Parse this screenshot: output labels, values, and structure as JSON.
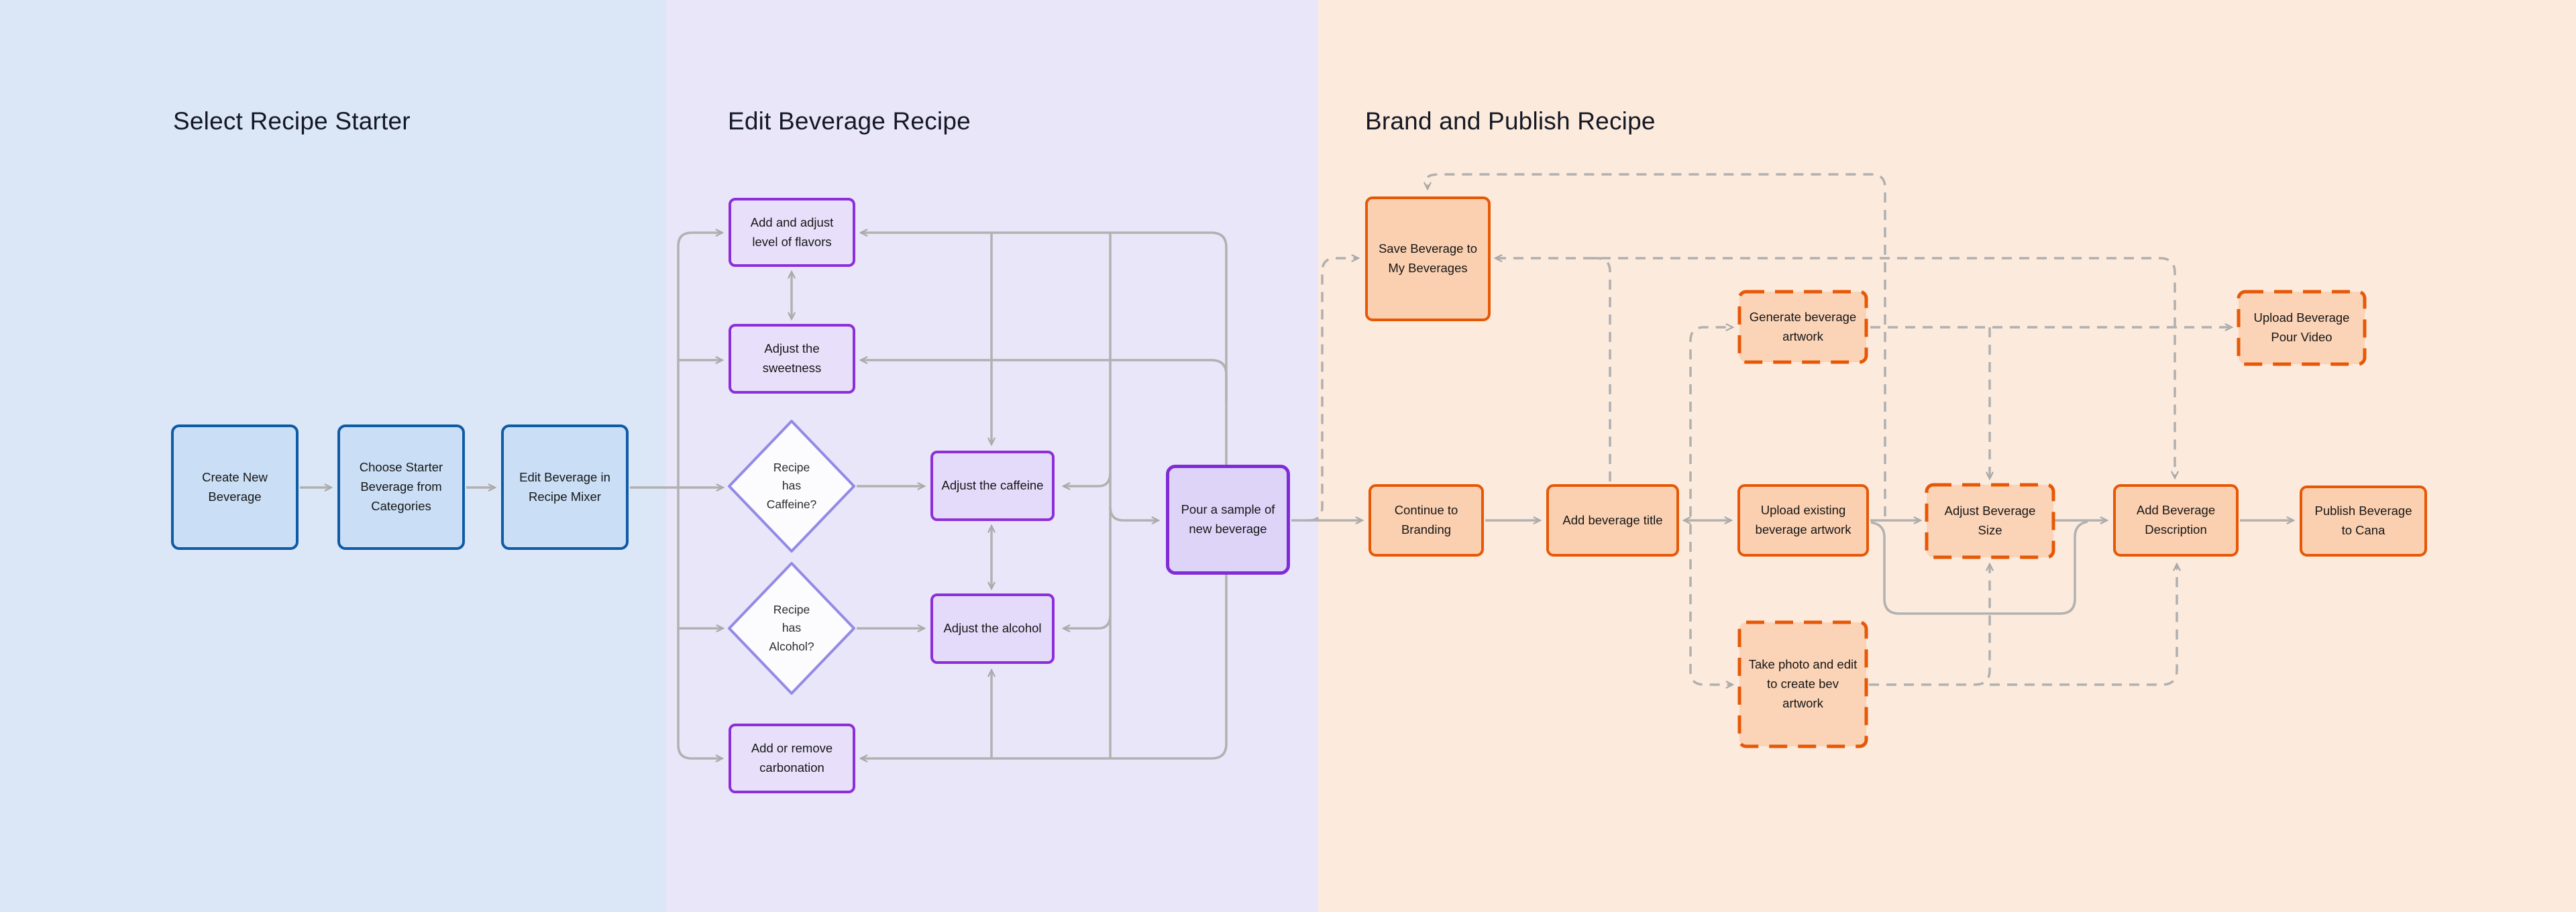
{
  "diagram": {
    "sections": [
      {
        "id": "starter",
        "title": "Select Recipe Starter"
      },
      {
        "id": "edit",
        "title": "Edit Beverage Recipe"
      },
      {
        "id": "brand",
        "title": "Brand and Publish Recipe"
      }
    ]
  },
  "nodes": {
    "create_new": {
      "label": "Create New Beverage"
    },
    "choose_starter": {
      "label": "Choose Starter Beverage from Categories"
    },
    "edit_mixer": {
      "label": "Edit Beverage in Recipe Mixer"
    },
    "flavors": {
      "label": "Add and adjust level of flavors"
    },
    "sweetness": {
      "label": "Adjust the sweetness"
    },
    "has_caffeine": {
      "label": "Recipe has Caffeine?"
    },
    "has_alcohol": {
      "label": "Recipe has Alcohol?"
    },
    "carbonation": {
      "label": "Add or remove carbonation"
    },
    "adjust_caffeine": {
      "label": "Adjust the caffeine"
    },
    "adjust_alcohol": {
      "label": "Adjust the alcohol"
    },
    "pour_sample": {
      "label": "Pour a sample of new beverage"
    },
    "save_beverage": {
      "label": "Save Beverage to My Beverages"
    },
    "continue_branding": {
      "label": "Continue to Branding"
    },
    "add_title": {
      "label": "Add beverage title"
    },
    "generate_artwork": {
      "label": "Generate beverage artwork"
    },
    "upload_artwork": {
      "label": "Upload existing beverage artwork"
    },
    "take_photo": {
      "label": "Take photo and edit to create bev artwork"
    },
    "adjust_size": {
      "label": "Adjust Beverage Size"
    },
    "pour_video": {
      "label": "Upload Beverage Pour Video"
    },
    "add_description": {
      "label": "Add Beverage Description"
    },
    "publish": {
      "label": "Publish Beverage to Cana"
    }
  },
  "colors": {
    "section_blue_bg": "#dbe7f7",
    "section_purple_bg": "#eae6fa",
    "section_orange_bg": "#fceadd",
    "blue_node_border": "#0f5ba6",
    "blue_node_fill": "#cadef5",
    "purple_node_border": "#8c2fd9",
    "purple_node_fill": "#e8e0fb",
    "diamond_border": "#938ae4",
    "diamond_fill": "#fcfcfe",
    "orange_node_border": "#e65806",
    "orange_node_fill": "#fbd0b0",
    "connector_gray": "#b1b1b0",
    "title_text": "#131824",
    "node_text": "#161616"
  }
}
